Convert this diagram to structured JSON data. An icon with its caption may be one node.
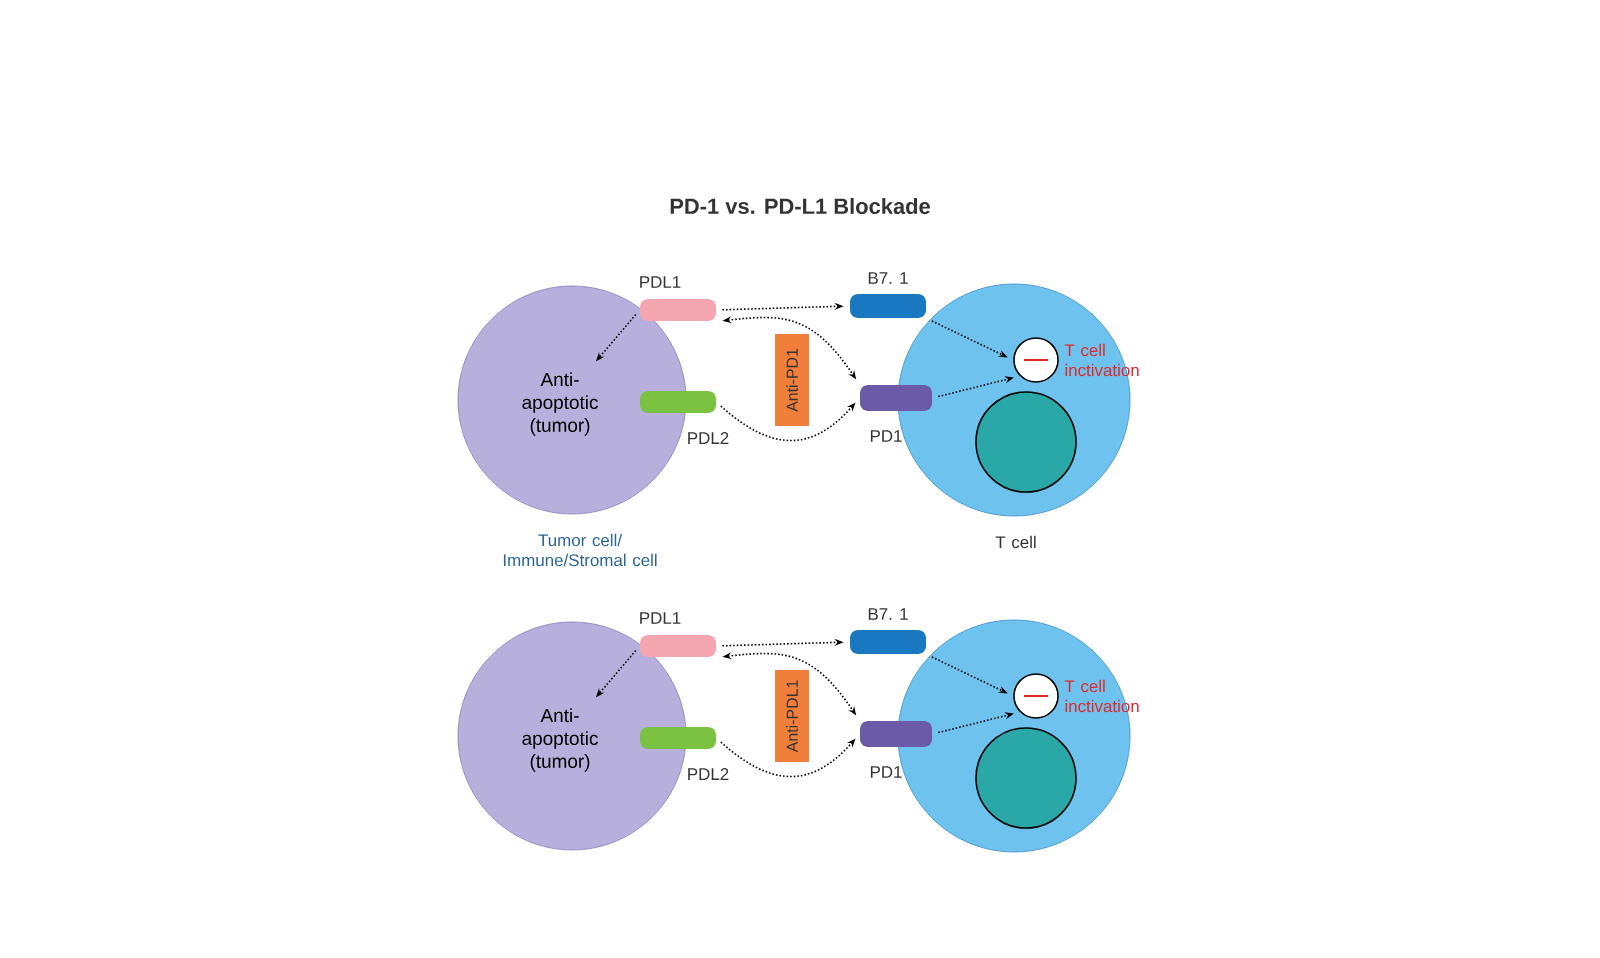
{
  "diagram": {
    "title": "PD-1 vs. PD-L1 Blockade",
    "nodes": [
      {
        "text": [
          "Anti- apoptotic (tumor)"
        ]
      },
      {
        "text": [
          "PDL1"
        ]
      },
      {
        "text": [
          "PDL2"
        ]
      },
      {
        "text": [
          "Anti-PD1"
        ]
      },
      {
        "text": [],
        "shape": "circle"
      },
      {
        "text": [],
        "shape": "circle",
        "in": 4,
        "beside": [
          "T cell inctivation"
        ]
      },
      {
        "text": [
          "B7. 1"
        ]
      },
      {
        "text": [
          "PD1"
        ]
      },
      {
        "text": [
          "Anti- apoptotic (tumor)"
        ]
      },
      {
        "text": [
          "PDL1"
        ]
      },
      {
        "text": [
          "PDL2"
        ]
      },
      {
        "text": [
          "Anti-PDL1"
        ]
      },
      {
        "text": [],
        "shape": "circle"
      },
      {
        "text": [],
        "shape": "circle",
        "in": 12,
        "beside": [
          "T cell inctivation"
        ]
      },
      {
        "text": [
          "B7. 1"
        ]
      },
      {
        "text": [
          "PD1"
        ]
      }
    ],
    "edges": [
      {
        "from": 1,
        "to": 0,
        "arrow": "to"
      },
      {
        "from": 1,
        "to": 6,
        "arrow": "to"
      },
      {
        "from": 1,
        "to": 7,
        "arrow": "both"
      },
      {
        "from": 2,
        "to": 7,
        "arrow": "to"
      },
      {
        "from": 6,
        "to": 5,
        "arrow": "to"
      },
      {
        "from": 7,
        "to": 5,
        "arrow": "to"
      },
      {
        "from": 9,
        "to": 8,
        "arrow": "to"
      },
      {
        "from": 9,
        "to": 14,
        "arrow": "to"
      },
      {
        "from": 9,
        "to": 15,
        "arrow": "both"
      },
      {
        "from": 10,
        "to": 15,
        "arrow": "to"
      },
      {
        "from": 14,
        "to": 13,
        "arrow": "to"
      },
      {
        "from": 15,
        "to": 13,
        "arrow": "to"
      }
    ],
    "labels": [
      "Tumor cell/ Immune/Stromal cell",
      "T cell"
    ]
  }
}
